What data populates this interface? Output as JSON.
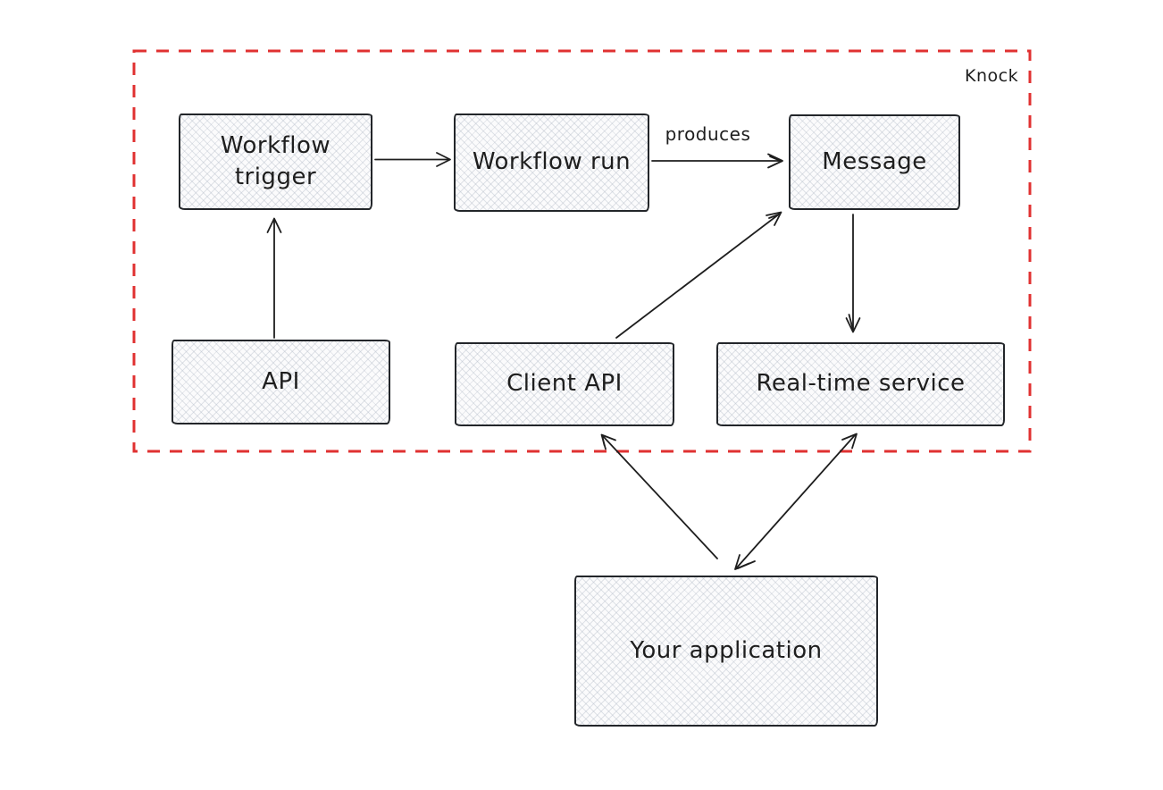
{
  "diagram": {
    "boundary": {
      "label": "Knock",
      "color": "#e03131"
    },
    "nodes": {
      "workflow_trigger": {
        "label": "Workflow\ntrigger"
      },
      "workflow_run": {
        "label": "Workflow run"
      },
      "message": {
        "label": "Message"
      },
      "api": {
        "label": "API"
      },
      "client_api": {
        "label": "Client API"
      },
      "real_time_service": {
        "label": "Real-time service"
      },
      "your_application": {
        "label": "Your application"
      }
    },
    "edges": [
      {
        "from": "API",
        "to": "Workflow trigger",
        "label": "",
        "direction": "one-way"
      },
      {
        "from": "Workflow trigger",
        "to": "Workflow run",
        "label": "",
        "direction": "one-way"
      },
      {
        "from": "Workflow run",
        "to": "Message",
        "label": "produces",
        "direction": "one-way"
      },
      {
        "from": "Client API",
        "to": "Message",
        "label": "",
        "direction": "one-way"
      },
      {
        "from": "Message",
        "to": "Real-time service",
        "label": "",
        "direction": "one-way"
      },
      {
        "from": "Your application",
        "to": "Client API",
        "label": "",
        "direction": "one-way"
      },
      {
        "from": "Your application",
        "to": "Real-time service",
        "label": "",
        "direction": "two-way"
      }
    ],
    "colors": {
      "stroke": "#1e1e1e",
      "node_fill": "#fbfbfc",
      "boundary": "#e03131"
    }
  }
}
